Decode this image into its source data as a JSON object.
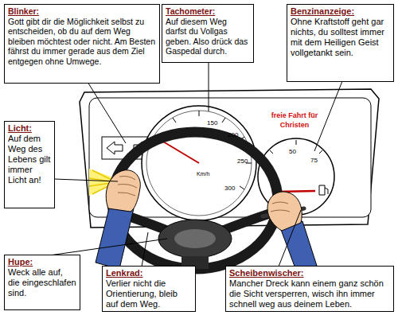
{
  "diagram": {
    "nodes": [
      {
        "text": [
          "Blinker:",
          "Gott gibt dir die Möglichkeit selbst zu entscheiden, ob du auf dem Weg bleiben möchtest oder nicht. Am Besten fährst du immer gerade aus dem Ziel entgegen ohne Umwege."
        ]
      },
      {
        "text": [
          "Tachometer:",
          "Auf diesem Weg darfst du Vollgas geben. Also drück das Gaspedal durch."
        ]
      },
      {
        "text": [
          "Benzinanzeige:",
          "Ohne Kraftstoff geht gar nichts, du solltest immer mit dem Heiligen Geist vollgetankt sein."
        ]
      },
      {
        "text": [
          "Licht:",
          "Auf dem Weg des Lebens gilt immer Licht an!"
        ]
      },
      {
        "text": [
          "Hupe:",
          "Weck alle auf, die eingeschlafen sind."
        ]
      },
      {
        "text": [
          "Lenkrad:",
          "Verlier nicht die Orientierung, bleib auf dem Weg."
        ]
      },
      {
        "text": [
          "Scheibenwischer:",
          "Mancher Dreck kann einem ganz schön die Sicht versperren, wisch ihn immer schnell weg aus deinem Leben."
        ]
      }
    ],
    "labels": [
      "freie Fahrt für Christen",
      "150",
      "200",
      "250",
      "300",
      "Km/h",
      "50",
      "75"
    ]
  }
}
